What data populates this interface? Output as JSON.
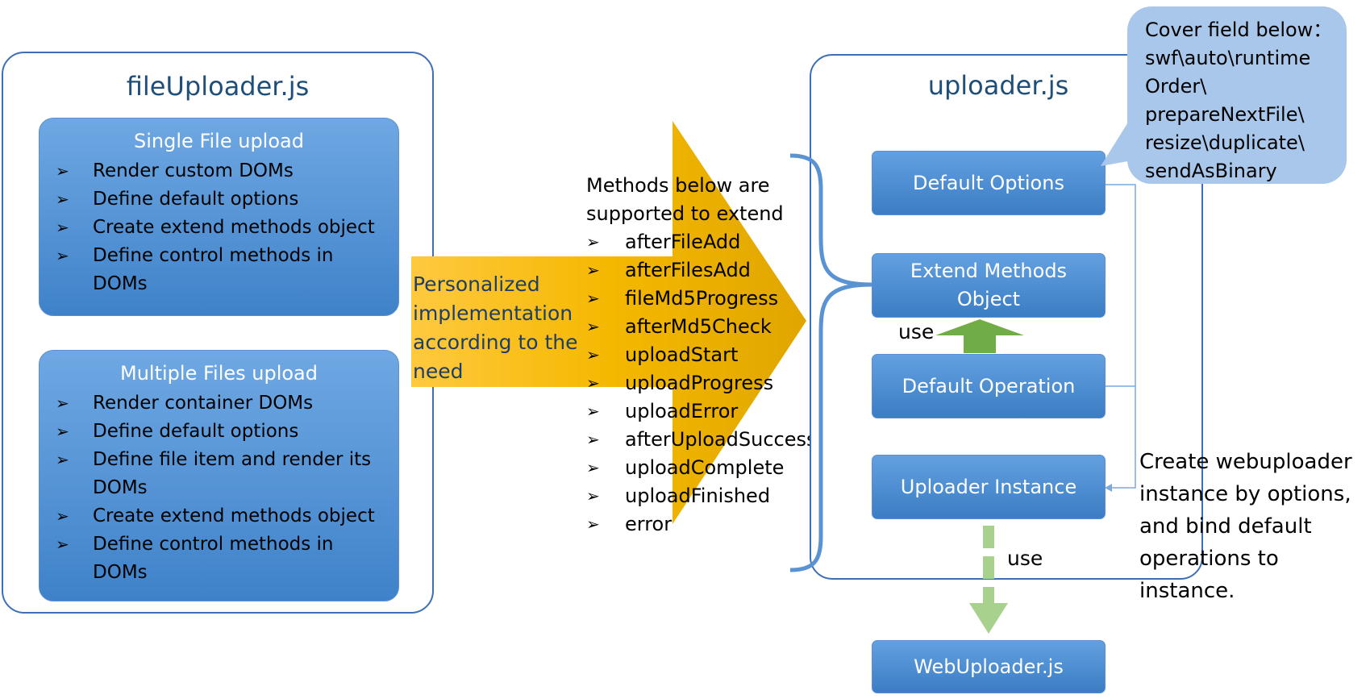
{
  "left_panel": {
    "title": "fileUploader.js",
    "single": {
      "title": "Single File upload",
      "items": [
        "Render custom DOMs",
        "Define default options",
        "Create extend methods object",
        "Define control methods in DOMs"
      ]
    },
    "multiple": {
      "title": "Multiple Files upload",
      "items": [
        "Render container DOMs",
        "Define default options",
        "Define file item and render its DOMs",
        "Create extend methods object",
        "Define control methods in DOMs"
      ]
    }
  },
  "arrow": {
    "label": "Personalized implementation according to the need"
  },
  "methods": {
    "intro": "Methods below are supported to extend",
    "items": [
      "afterFileAdd",
      "afterFilesAdd",
      "fileMd5Progress",
      "afterMd5Check",
      "uploadStart",
      "uploadProgress",
      "uploadError",
      "afterUploadSuccess",
      "uploadComplete",
      "uploadFinished",
      "error"
    ]
  },
  "right_panel": {
    "title": "uploader.js",
    "default_options": "Default Options",
    "extend_methods": "Extend Methods Object",
    "default_operation": "Default Operation",
    "uploader_instance": "Uploader Instance"
  },
  "webuploader": "WebUploader.js",
  "use_label_1": "use",
  "use_label_2": "use",
  "callout": {
    "lines": [
      "Cover field below：",
      "swf\\auto\\runtime",
      "Order\\",
      "prepareNextFile\\",
      "resize\\duplicate\\",
      "sendAsBinary"
    ]
  },
  "note": "Create webuploader instance by options, and bind default operations to instance.",
  "bullet_symbol": "➢",
  "colors": {
    "box_blue": "#4a8bd0",
    "arrow_gold": "#f5b800",
    "callout_blue": "#a9c7ea",
    "green_arrow": "#70ad47",
    "light_green": "#a9d18e"
  }
}
